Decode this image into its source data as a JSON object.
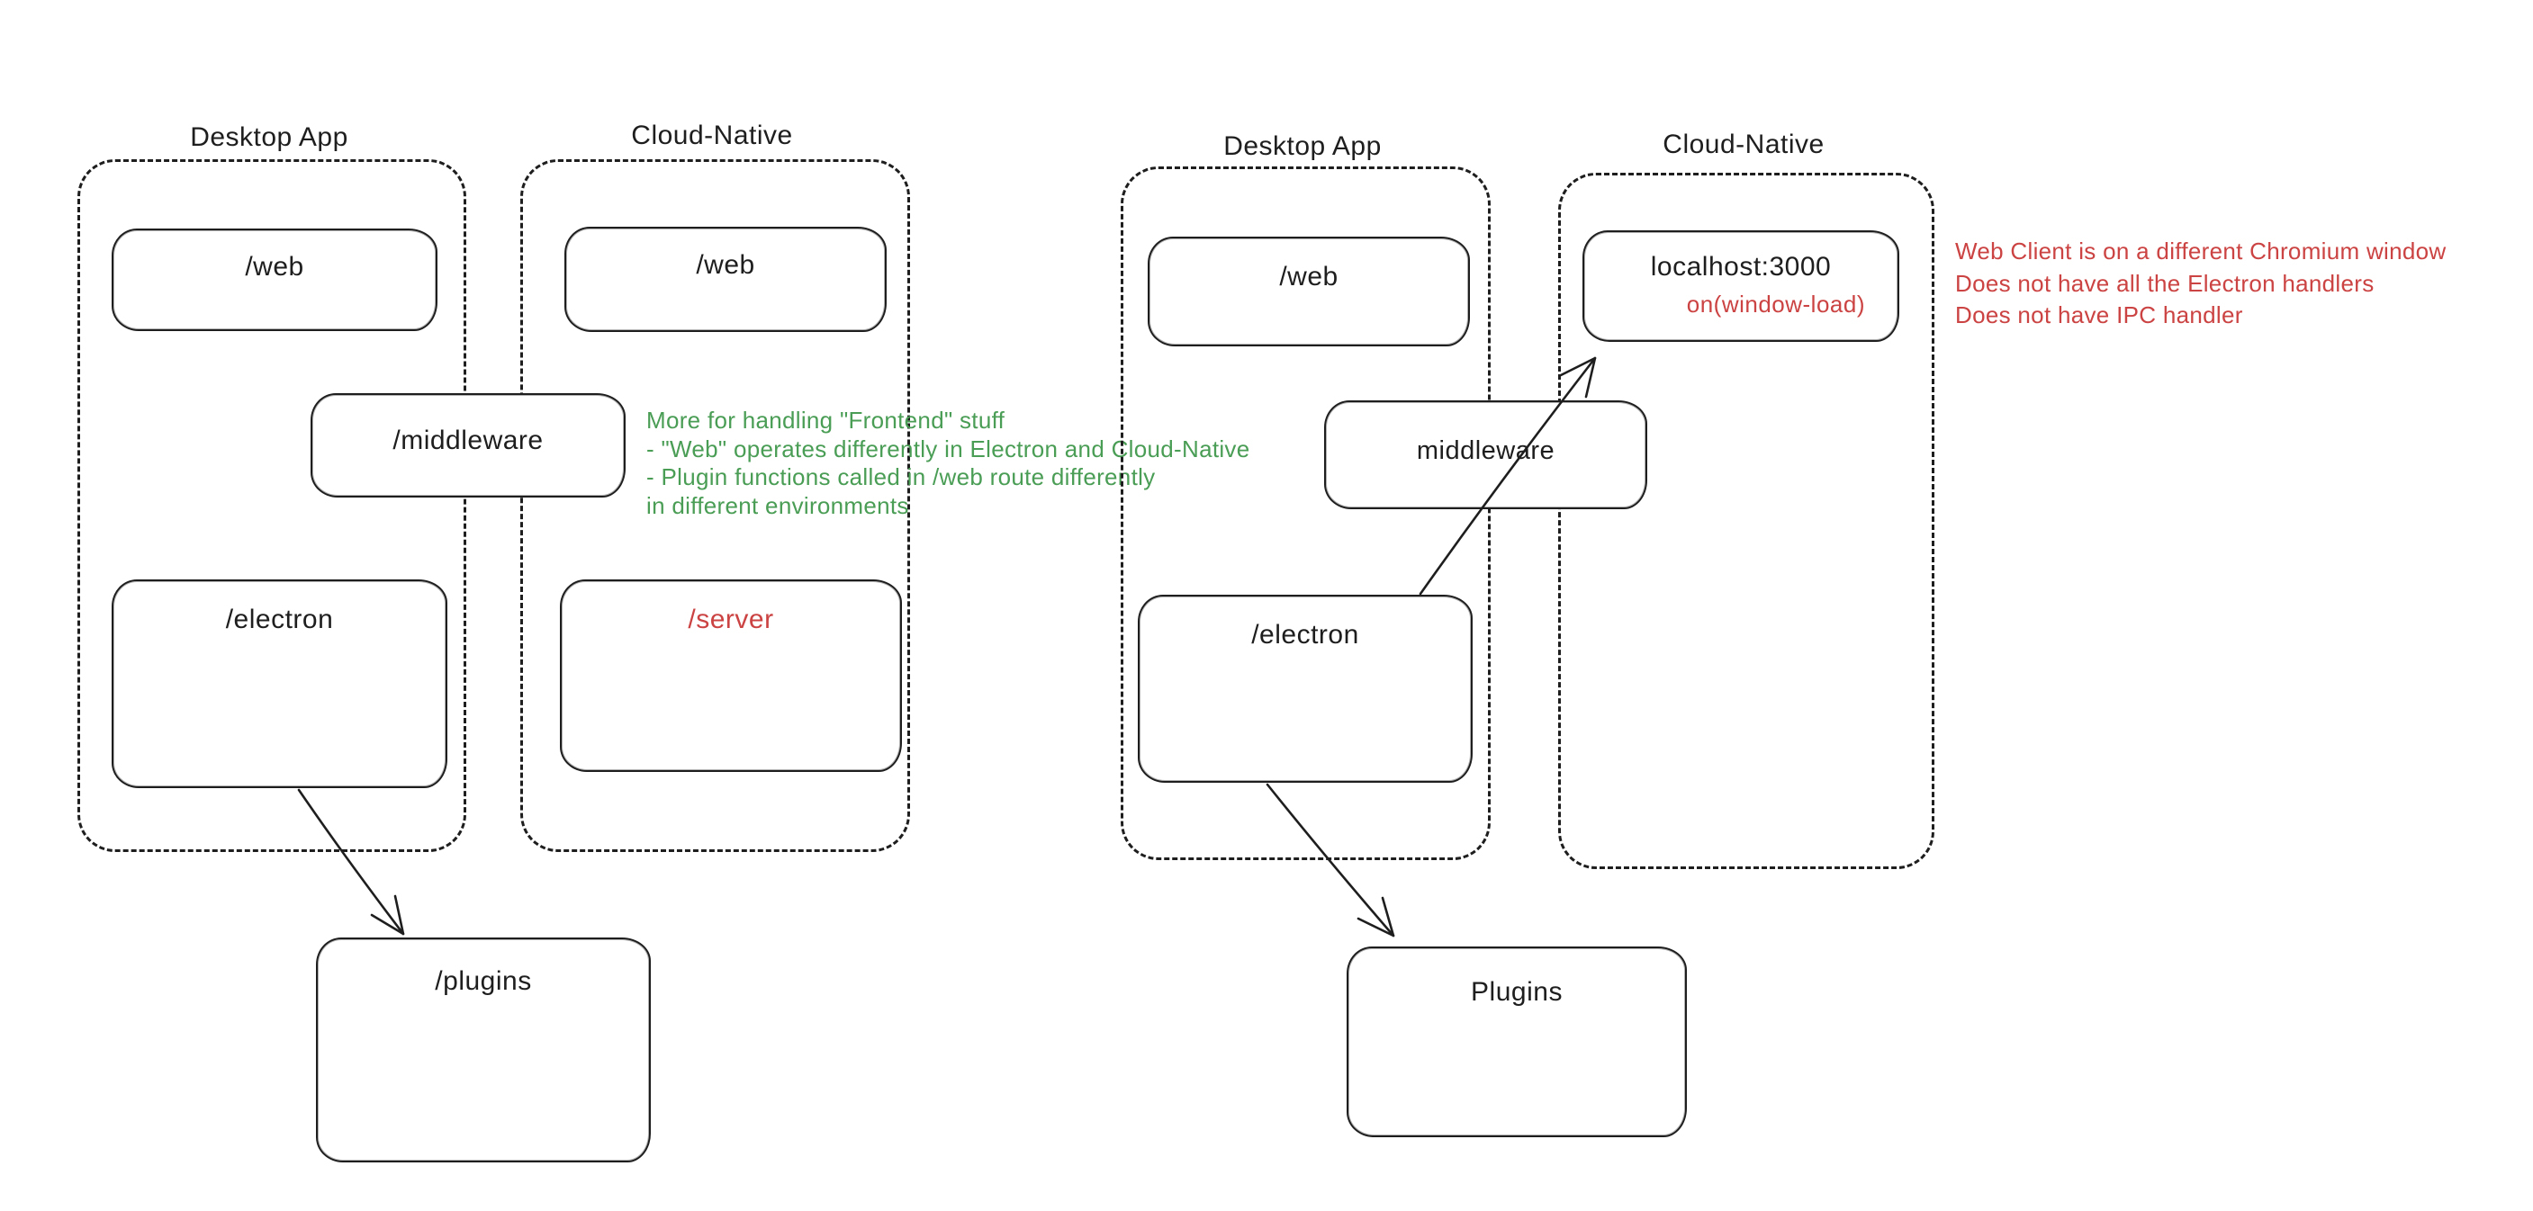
{
  "canvas": {
    "background_color": "#ffffff",
    "ink_color": "#1e1e1e",
    "green_color": "#4a9d55",
    "red_color": "#cb4342"
  },
  "left_diagram": {
    "desktop_container_label": "Desktop App",
    "cloud_container_label": "Cloud-Native",
    "web_desktop_box": "/web",
    "web_cloud_box": "/web",
    "middleware_box": "/middleware",
    "electron_box": "/electron",
    "server_box": "/server",
    "plugins_box": "/plugins"
  },
  "right_diagram": {
    "desktop_container_label": "Desktop App",
    "cloud_container_label": "Cloud-Native",
    "web_box": "/web",
    "localhost_box": "localhost:3000",
    "localhost_annotation": "on(window-load)",
    "middleware_box": "middleware",
    "electron_box": "/electron",
    "plugins_box": "Plugins"
  },
  "green_note": {
    "lines": [
      "More for handling \"Frontend\" stuff",
      "- \"Web\" operates differently in Electron and Cloud-Native",
      "- Plugin functions called in /web route differently",
      "in different environments"
    ]
  },
  "red_note": {
    "lines": [
      "Web Client is on a different Chromium window",
      "Does not have all the Electron handlers",
      "Does not have IPC handler"
    ]
  }
}
